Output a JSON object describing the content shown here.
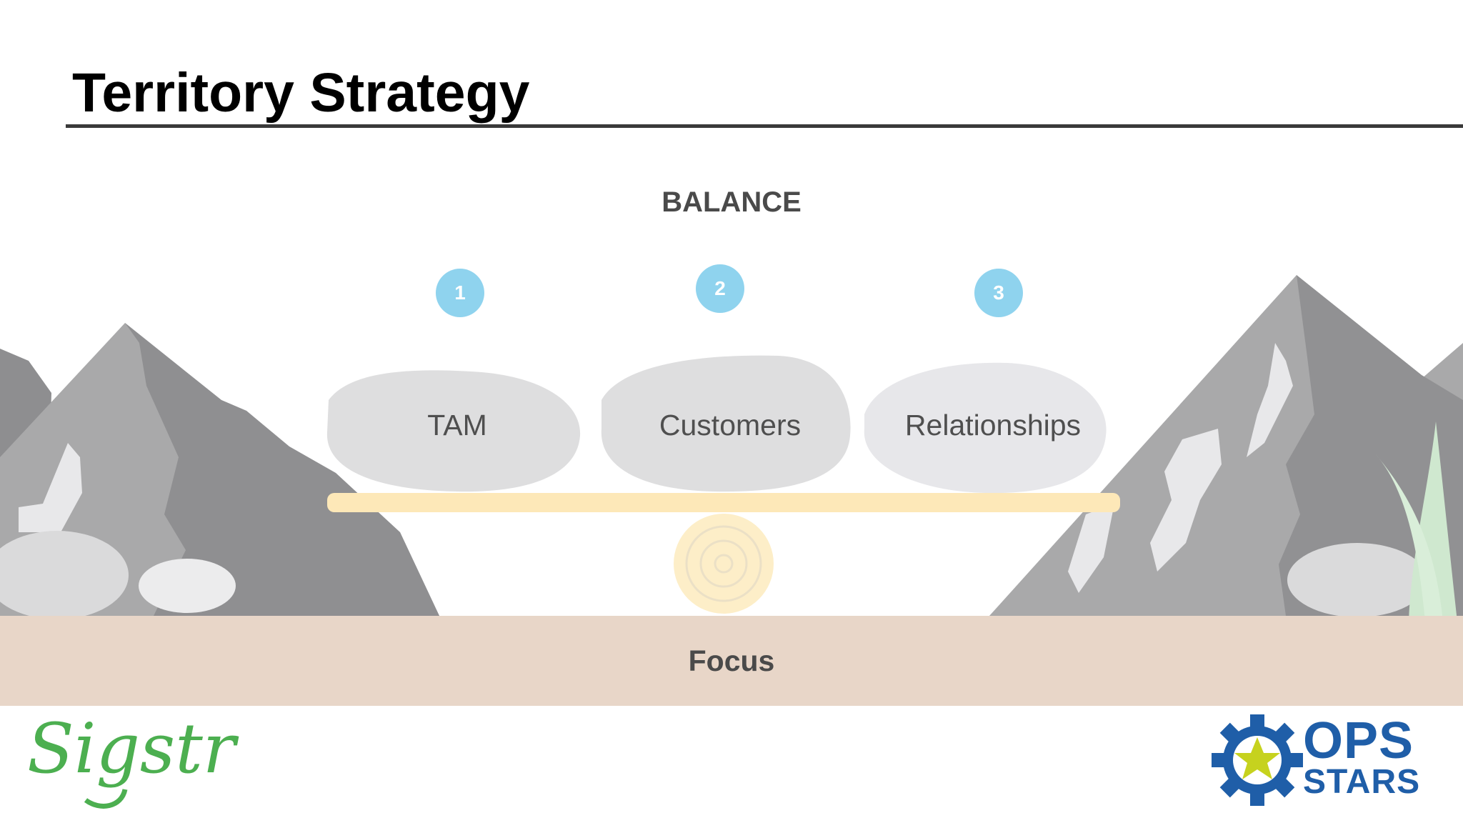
{
  "slide": {
    "title": "Territory Strategy",
    "subtitle": "BALANCE",
    "pillars": [
      {
        "number": "1",
        "label": "TAM"
      },
      {
        "number": "2",
        "label": "Customers"
      },
      {
        "number": "3",
        "label": "Relationships"
      }
    ],
    "foundation": "Focus"
  },
  "logos": {
    "left": "Sigstr",
    "right_line1": "OPS",
    "right_line2": "STARS"
  },
  "colors": {
    "badge": "#8fd3ee",
    "stone": "#dededf",
    "plank": "#fde8b8",
    "ground": "#e8d6c8",
    "mountain_dark": "#8e8e90",
    "mountain_mid": "#aaaaab",
    "logo_green": "#4caf50",
    "logo_blue": "#1f5ea8",
    "logo_star": "#c6d21e"
  }
}
